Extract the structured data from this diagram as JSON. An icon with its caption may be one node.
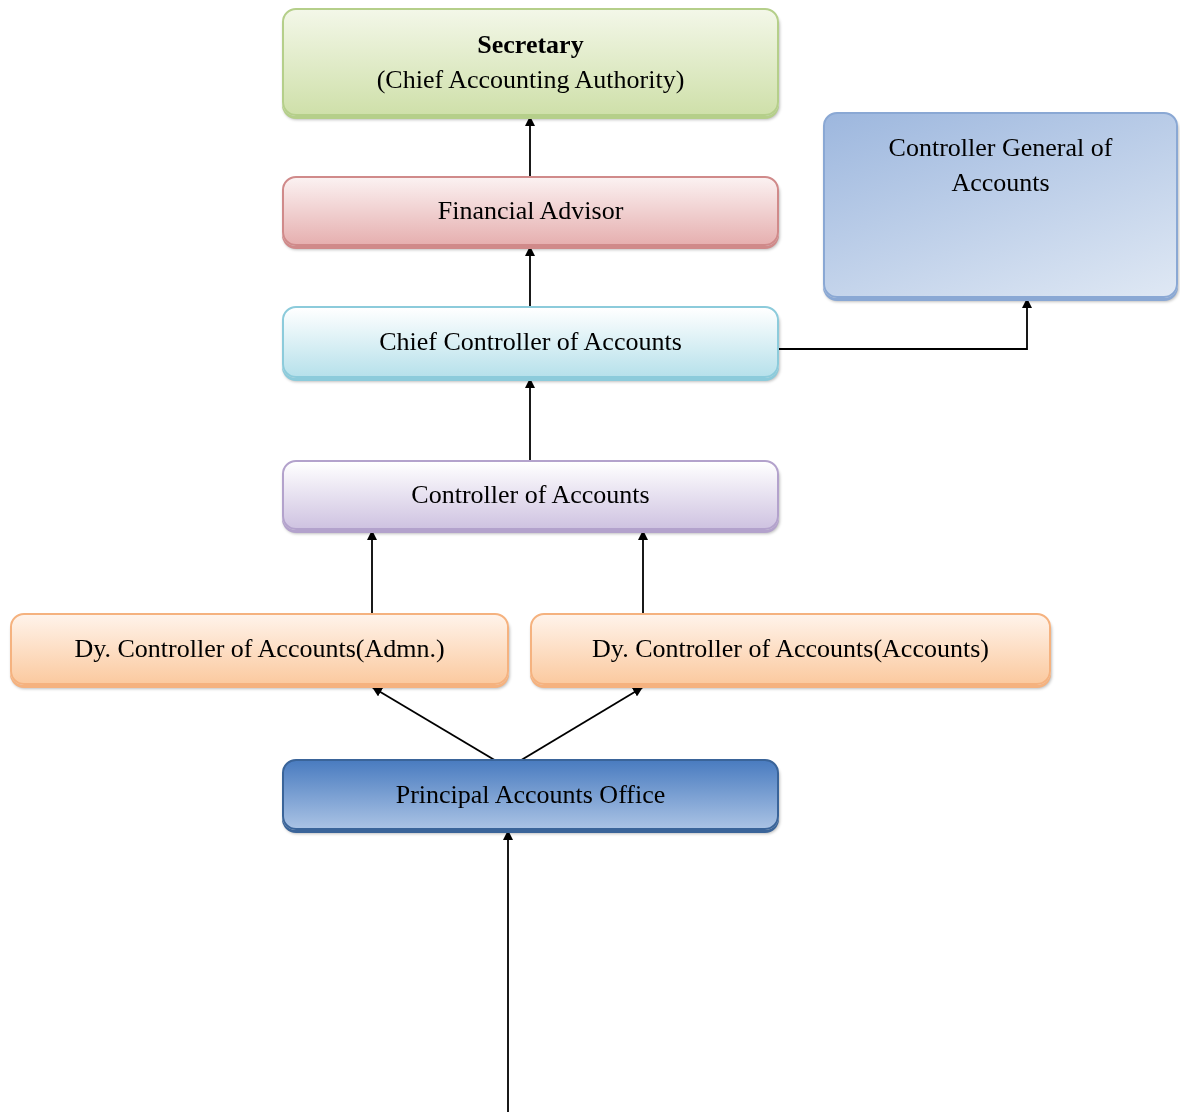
{
  "diagram": {
    "nodes": [
      {
        "text": [
          "Secretary",
          "(Chief Accounting Authority)"
        ]
      },
      {
        "text": [
          "Financial Advisor"
        ]
      },
      {
        "text": [
          "Controller General of Accounts"
        ]
      },
      {
        "text": [
          "Chief Controller of Accounts"
        ]
      },
      {
        "text": [
          "Controller of Accounts"
        ]
      },
      {
        "text": [
          "Dy. Controller of Accounts(Admn.)"
        ]
      },
      {
        "text": [
          "Dy. Controller of Accounts(Accounts)"
        ]
      },
      {
        "text": [
          "Principal Accounts Office"
        ]
      }
    ],
    "edges": [
      {
        "from": 1,
        "to": 0,
        "arrow": "to"
      },
      {
        "from": 3,
        "to": 1,
        "arrow": "to"
      },
      {
        "from": 3,
        "to": 2,
        "arrow": "to"
      },
      {
        "from": 4,
        "to": 3,
        "arrow": "to"
      },
      {
        "from": 5,
        "to": 4,
        "arrow": "to"
      },
      {
        "from": 6,
        "to": 4,
        "arrow": "to"
      },
      {
        "from": 7,
        "to": 5,
        "arrow": "to"
      },
      {
        "from": 7,
        "to": 6,
        "arrow": "to"
      },
      {
        "from": null,
        "to": 7,
        "arrow": "to"
      }
    ]
  }
}
